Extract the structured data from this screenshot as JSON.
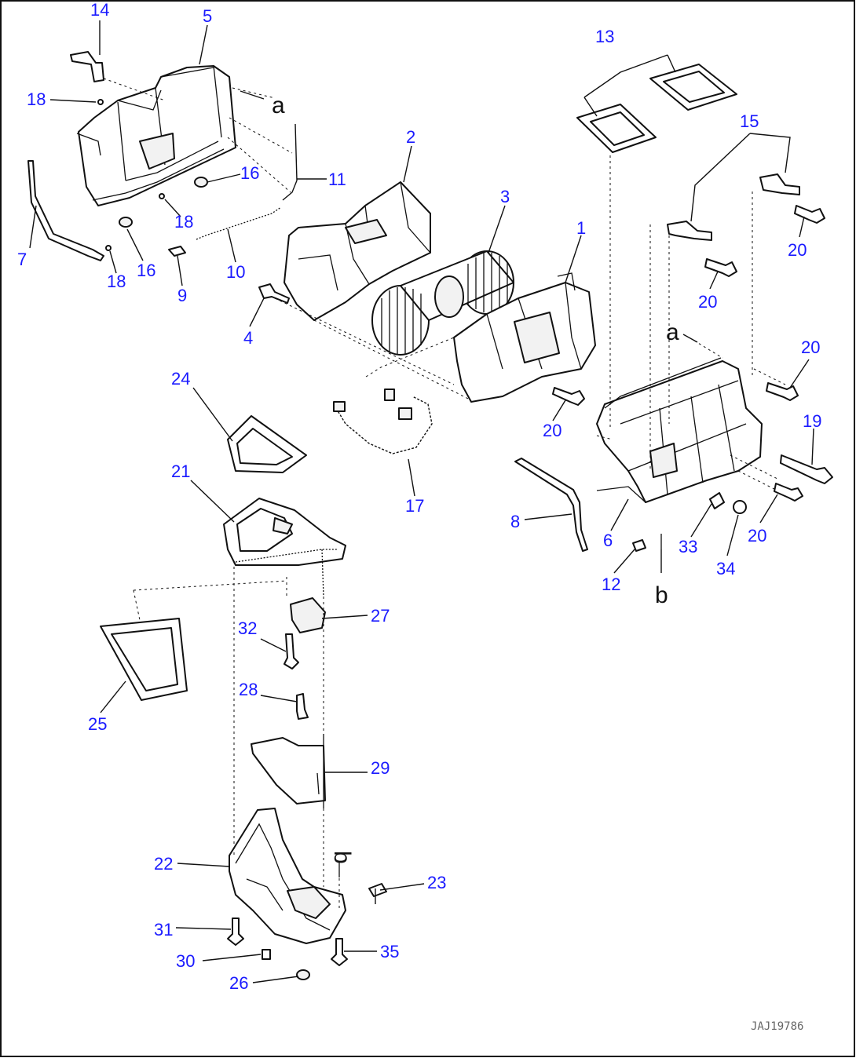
{
  "diagram": {
    "reference_letters": {
      "a": "a",
      "b": "b"
    },
    "drawing_code": "JAJ19786",
    "callouts": [
      {
        "id": "c14",
        "label": "14"
      },
      {
        "id": "c5",
        "label": "5"
      },
      {
        "id": "c18a",
        "label": "18"
      },
      {
        "id": "c16a",
        "label": "16"
      },
      {
        "id": "c11",
        "label": "11"
      },
      {
        "id": "c18b",
        "label": "18"
      },
      {
        "id": "c7",
        "label": "7"
      },
      {
        "id": "c18c",
        "label": "18"
      },
      {
        "id": "c16b",
        "label": "16"
      },
      {
        "id": "c9",
        "label": "9"
      },
      {
        "id": "c10",
        "label": "10"
      },
      {
        "id": "c2",
        "label": "2"
      },
      {
        "id": "c3",
        "label": "3"
      },
      {
        "id": "c1",
        "label": "1"
      },
      {
        "id": "c4",
        "label": "4"
      },
      {
        "id": "c13",
        "label": "13"
      },
      {
        "id": "c15",
        "label": "15"
      },
      {
        "id": "c20a",
        "label": "20"
      },
      {
        "id": "c20b",
        "label": "20"
      },
      {
        "id": "c20c",
        "label": "20"
      },
      {
        "id": "c20d",
        "label": "20"
      },
      {
        "id": "c19",
        "label": "19"
      },
      {
        "id": "c20e",
        "label": "20"
      },
      {
        "id": "c24",
        "label": "24"
      },
      {
        "id": "c17",
        "label": "17"
      },
      {
        "id": "c21",
        "label": "21"
      },
      {
        "id": "c8",
        "label": "8"
      },
      {
        "id": "c6",
        "label": "6"
      },
      {
        "id": "c33",
        "label": "33"
      },
      {
        "id": "c34",
        "label": "34"
      },
      {
        "id": "c12",
        "label": "12"
      },
      {
        "id": "c27",
        "label": "27"
      },
      {
        "id": "c32",
        "label": "32"
      },
      {
        "id": "c28",
        "label": "28"
      },
      {
        "id": "c25",
        "label": "25"
      },
      {
        "id": "c29",
        "label": "29"
      },
      {
        "id": "c22",
        "label": "22"
      },
      {
        "id": "c23",
        "label": "23"
      },
      {
        "id": "c31",
        "label": "31"
      },
      {
        "id": "c35",
        "label": "35"
      },
      {
        "id": "c30",
        "label": "30"
      },
      {
        "id": "c26",
        "label": "26"
      }
    ]
  }
}
